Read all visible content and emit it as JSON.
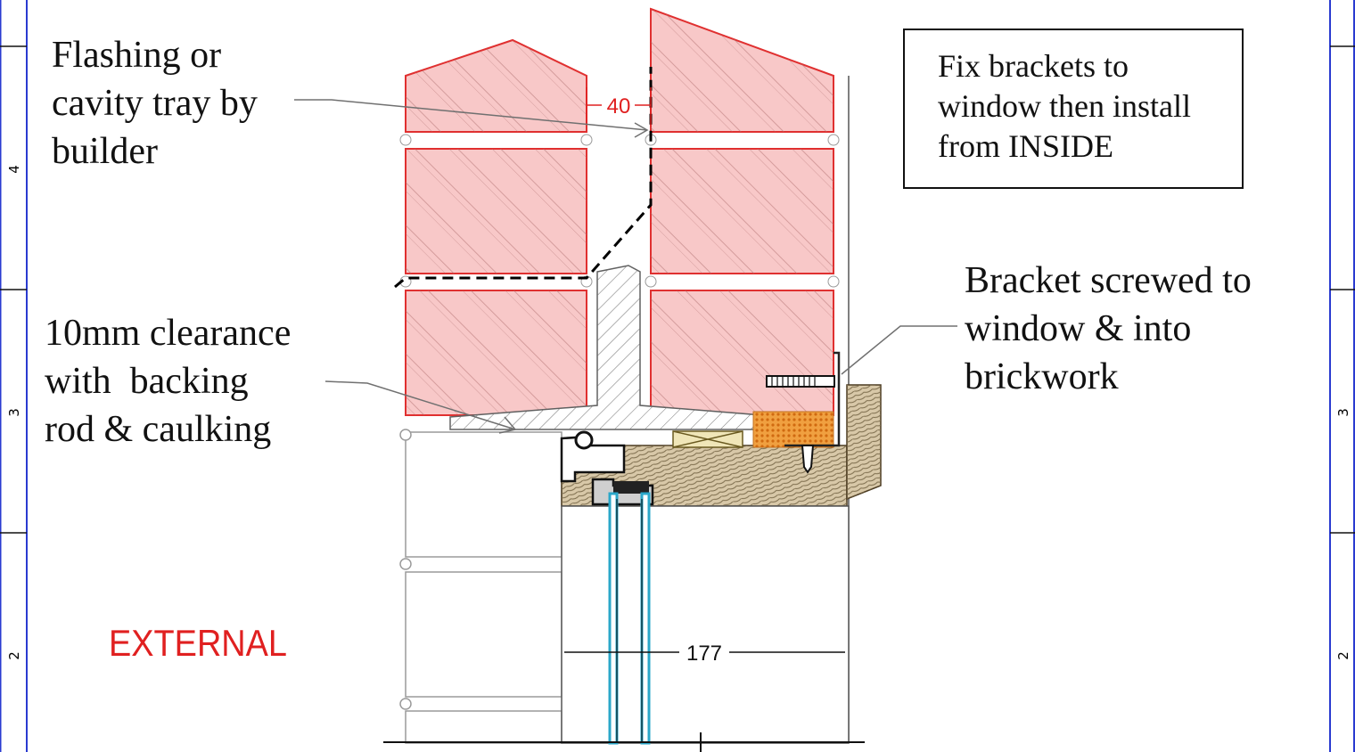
{
  "annotations": {
    "flashing": [
      "Flashing or",
      "cavity tray by",
      "builder"
    ],
    "clearance": [
      "10mm clearance",
      "with  backing",
      "rod & caulking"
    ],
    "bracket": [
      "Bracket screwed to",
      "window & into",
      "brickwork"
    ],
    "instruction_box": [
      "Fix brackets to",
      "window then install",
      "from INSIDE"
    ],
    "external_label": "EXTERNAL"
  },
  "dimensions": {
    "flashing_gap": "40",
    "frame_depth": "177"
  },
  "border": {
    "left_zone_numbers": [
      "4",
      "3",
      "2"
    ],
    "right_zone_numbers": [
      "3",
      "2"
    ]
  },
  "colors": {
    "brick_fill": "#f8c8c8",
    "brick_outline": "#e03030",
    "dimension_text": "#e02020",
    "external_label": "#e02020",
    "glass": "#2aa7c9",
    "timber": "#d8c8a8",
    "foam": "#f0a040",
    "frame_border": "#2a3bd0"
  }
}
